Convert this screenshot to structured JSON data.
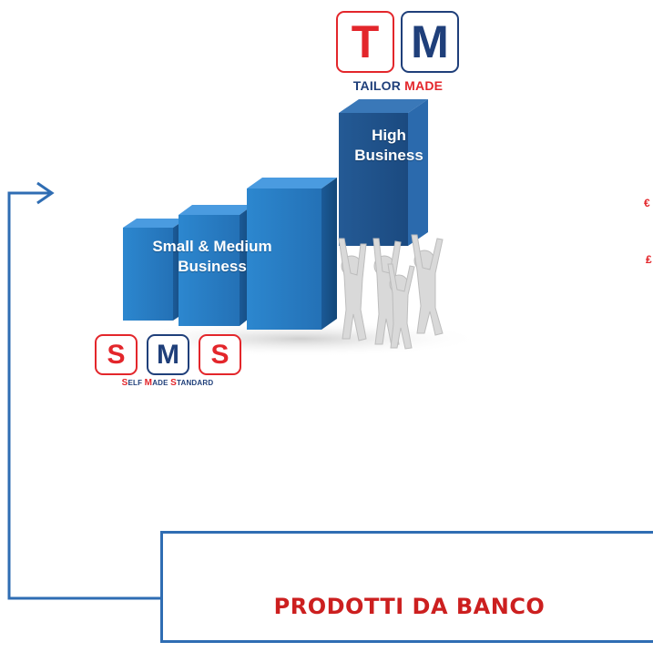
{
  "tm_logo": {
    "letters": [
      "T",
      "M"
    ],
    "caption_part1": "TAILOR ",
    "caption_part2": "MADE"
  },
  "sms_logo": {
    "letters": [
      "S",
      "M",
      "S"
    ],
    "caption": [
      {
        "initial": "S",
        "rest": "ELF "
      },
      {
        "initial": "M",
        "rest": "ADE "
      },
      {
        "initial": "S",
        "rest": "TANDARD"
      }
    ]
  },
  "blocks": {
    "high_line1": "High",
    "high_line2": "Business",
    "small_line1": "Small & Medium",
    "small_line2": "Business"
  },
  "side_text": {
    "line1": "€",
    "line2": "₤"
  },
  "banco": {
    "label": "PRODOTTI DA BANCO"
  },
  "colors": {
    "red": "#e3262b",
    "navy": "#1f3f7a",
    "blue_line": "#2f6db3",
    "block_blue": "#2a7bc4",
    "block_dark": "#1d5a96"
  }
}
